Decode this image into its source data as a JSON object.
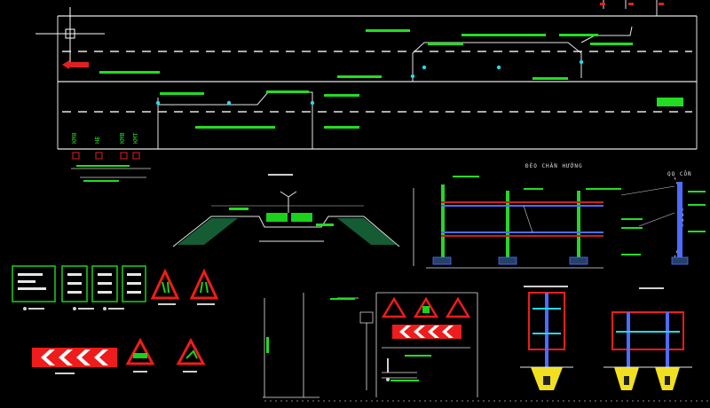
{
  "drawing": {
    "barrier_section_title": "ĐÈO CHẮN HƯỚNG",
    "detail_label": "QQ CỐN",
    "station_labels": [
      "KM0",
      "HE",
      "KMB",
      "KMT"
    ]
  },
  "colors": {
    "background": "#000000",
    "line": "#e6e6e6",
    "label_green": "#22dd22",
    "sign_red": "#ee1c1c",
    "sign_green": "#1bd11b",
    "rail_red": "#cc2020",
    "rail_blue": "#4e6cff",
    "post_green": "#28d428",
    "footing_yellow": "#f0e020",
    "cyan": "#27d8e8"
  },
  "icons": [
    "crosshair-cursor-icon",
    "warning-triangle-icon",
    "chevron-arrow-sign-icon",
    "streetlight-icon"
  ]
}
